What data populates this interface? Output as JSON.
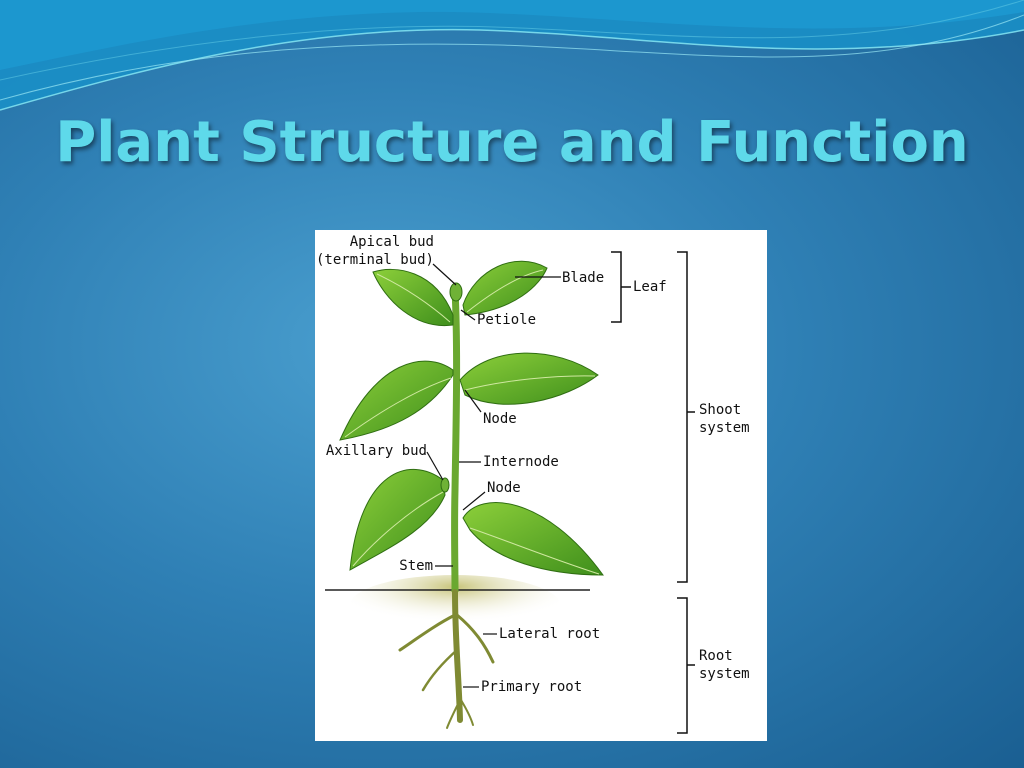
{
  "slide": {
    "title": "Plant Structure and Function"
  },
  "diagram": {
    "labels": {
      "apical_bud": "Apical bud",
      "terminal_bud": "(terminal bud)",
      "blade": "Blade",
      "leaf": "Leaf",
      "petiole": "Petiole",
      "node_upper": "Node",
      "shoot": "Shoot",
      "shoot_system": "system",
      "axillary_bud": "Axillary bud",
      "internode": "Internode",
      "node_lower": "Node",
      "stem": "Stem",
      "lateral_root": "Lateral root",
      "primary_root": "Primary root",
      "root": "Root",
      "root_system": "system"
    }
  }
}
